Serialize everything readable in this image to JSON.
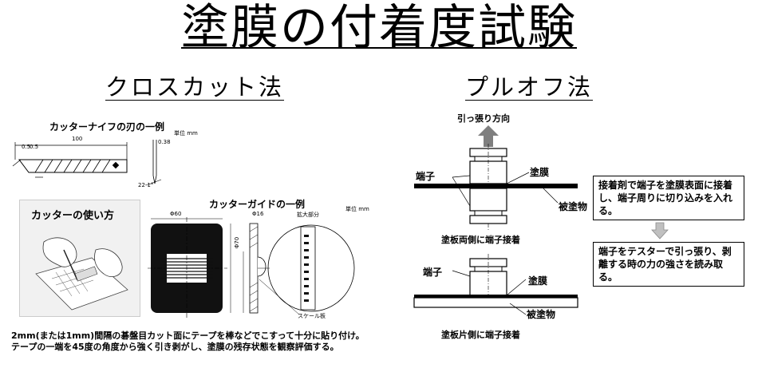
{
  "title": "塗膜の付着度試験",
  "crosscut": {
    "heading": "クロスカット法",
    "knife_caption": "カッターナイフの刃の一例",
    "knife_unit": "単位 mm",
    "dim_100": "100",
    "dim_05a": "0.5",
    "dim_05b": "0.5",
    "dim_038": "0.38",
    "angle_label": "22-1°",
    "usage_title": "カッターの使い方",
    "guide_caption": "カッターガイドの一例",
    "guide_unit": "単位 mm",
    "enlarged_label": "拡大部分",
    "dim_60": "Φ60",
    "dim_16": "Φ16",
    "dim_70": "Φ70",
    "scale_label": "スケール板",
    "description_1": "2mm(または1mm)間隔の碁盤目カット面にテープを棒などでこすって十分に貼り付け。",
    "description_2": "テープの一端を45度の角度から強く引き剥がし、塗膜の残存状態を観察評価する。"
  },
  "pulloff": {
    "heading": "プルオフ法",
    "pull_direction": "引っ張り方向",
    "terminal_label_1": "端子",
    "film_label_1": "塗膜",
    "substrate_label_1": "被塗物",
    "caption_both": "塗板両側に端子接着",
    "terminal_label_2": "端子",
    "film_label_2": "塗膜",
    "substrate_label_2": "被塗物",
    "caption_one": "塗板片側に端子接着",
    "note_1": "接着剤で端子を塗膜表面に接着し、端子周りに切り込みを入れる。",
    "note_2": "端子をテスターで引っ張り、剥離する時の力の強さを読み取る。"
  }
}
